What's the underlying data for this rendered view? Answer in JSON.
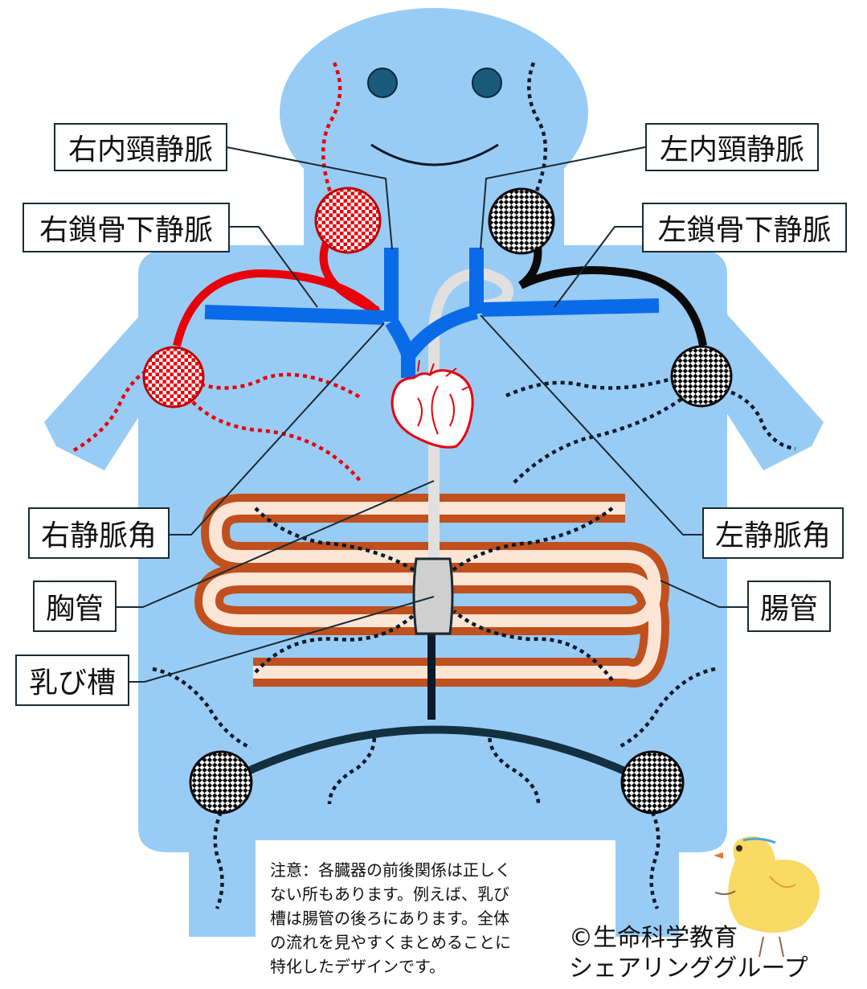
{
  "labels": {
    "right_internal_jugular": "右内頸静脈",
    "left_internal_jugular": "左内頸静脈",
    "right_subclavian": "右鎖骨下静脈",
    "left_subclavian": "左鎖骨下静脈",
    "right_venous_angle": "右静脈角",
    "left_venous_angle": "左静脈角",
    "thoracic_duct": "胸管",
    "cisterna_chyli": "乳び槽",
    "intestine": "腸管"
  },
  "note": {
    "lines": [
      "注意：各臓器の前後関係は正しく",
      "ない所もあります。例えば、乳び",
      "槽は腸管の後ろにあります。全体",
      "の流れを見やすくまとめることに",
      "特化したデザインです。"
    ]
  },
  "credit": {
    "line1": "©生命科学教育",
    "line2": "シェアリンググループ"
  },
  "colors": {
    "body": "#99ccf5",
    "vein": "#0a6be8",
    "right_lymph": "#e8000a",
    "left_lymph": "#0a0a0a",
    "thoracic_duct": "#e0e0e0",
    "intestine_outer": "#c0501e",
    "intestine_inner": "#fde5d5",
    "cisterna": "#cfcfcf",
    "eye": "#1a5a7a"
  },
  "icons": {
    "heart": "heart-icon",
    "chick": "chick-icon"
  }
}
